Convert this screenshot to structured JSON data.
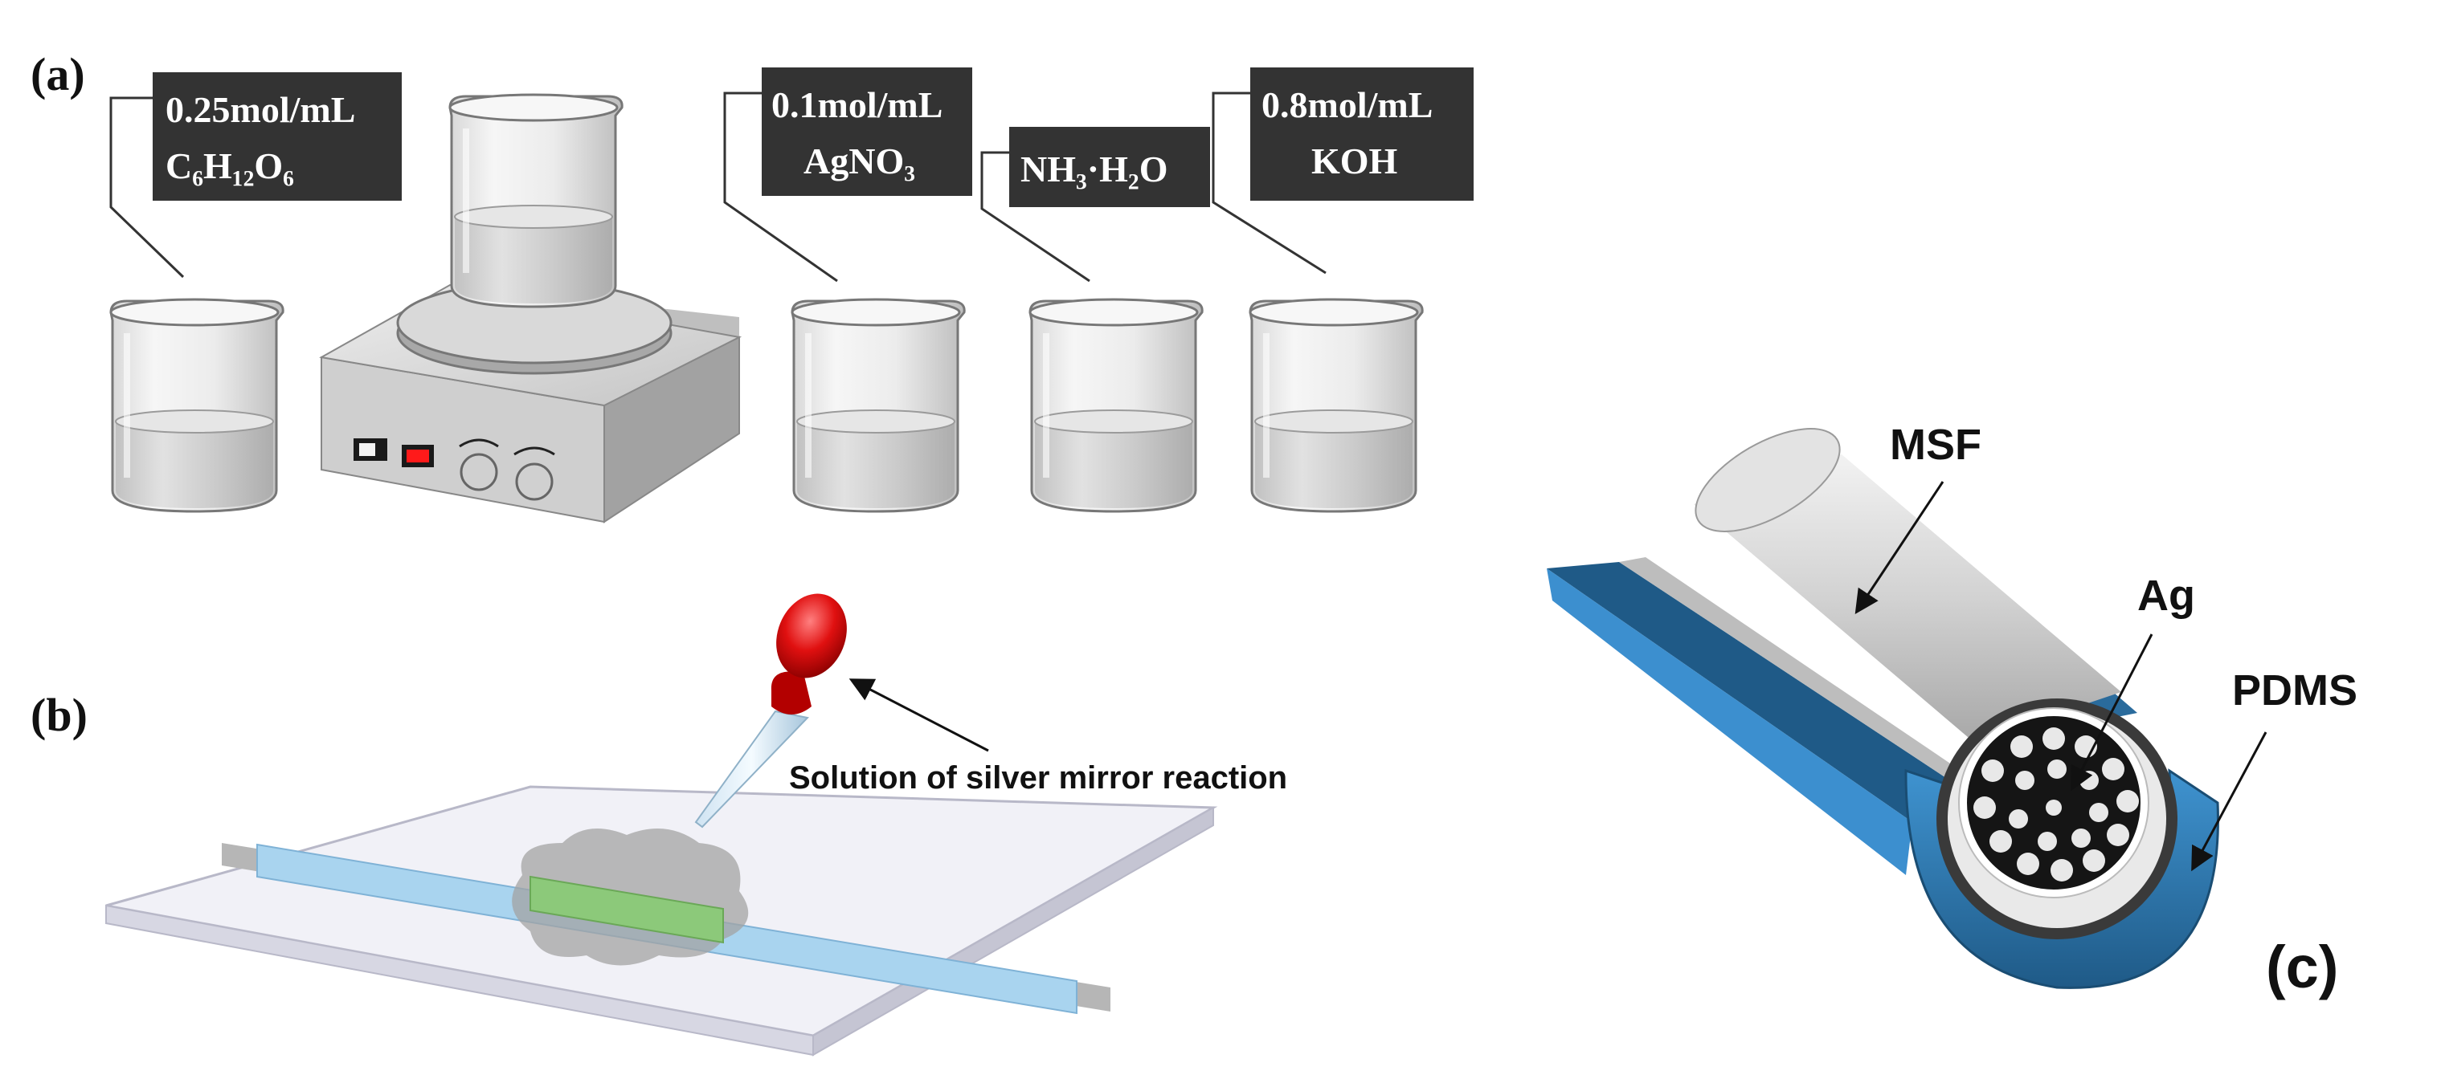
{
  "panels": {
    "a": {
      "label": "(a)"
    },
    "b": {
      "label": "(b)"
    },
    "c": {
      "label": "(c)"
    }
  },
  "reagents": [
    {
      "line1": "0.25mol/mL",
      "line2": "C₆H₁₂O₆"
    },
    {
      "line1": "0.1mol/mL",
      "line2": "AgNO₃"
    },
    {
      "line1": "NH₃·H₂O"
    },
    {
      "line1": "0.8mol/mL",
      "line2": "KOH"
    }
  ],
  "callouts": {
    "dropper": "Solution of silver mirror reaction"
  },
  "layers": {
    "msf": "MSF",
    "ag": "Ag",
    "pdms": "PDMS"
  },
  "colors": {
    "reagent_box": "#333333",
    "pdms_blue": "#2f6f9f",
    "pdms_light": "#3c8fcf",
    "fiber_gray": "#c8c8c8",
    "dropper_red": "#e01010",
    "channel_blue": "#a9d4ef",
    "coated_green": "#8cc97a"
  }
}
